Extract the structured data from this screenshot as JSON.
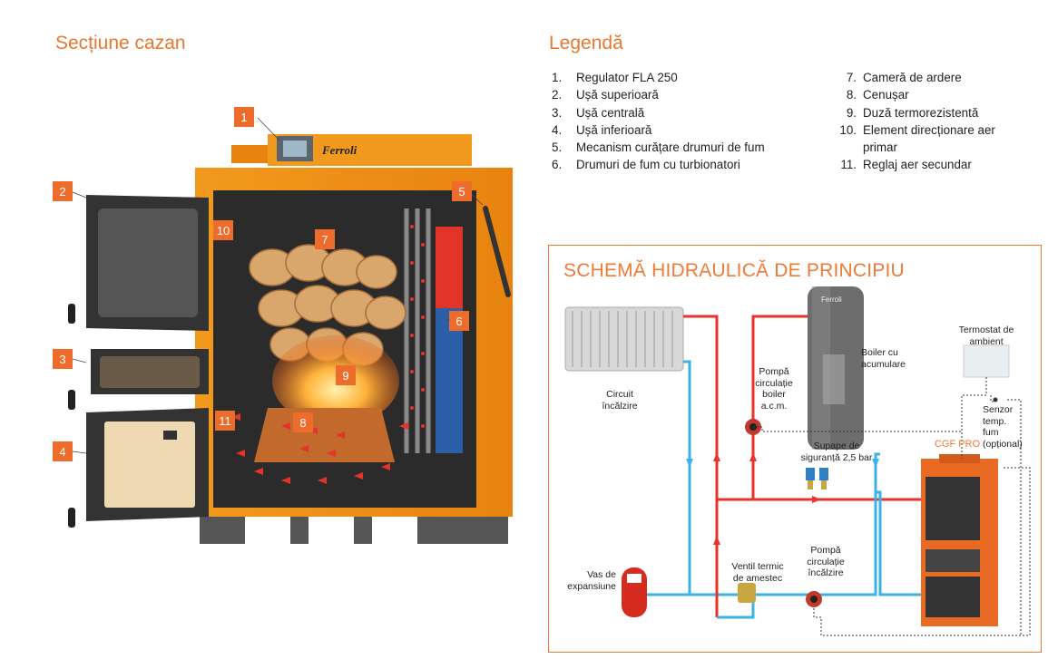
{
  "left_section": {
    "title": "Secțiune cazan",
    "callouts": [
      "1",
      "2",
      "3",
      "4",
      "5",
      "6",
      "7",
      "8",
      "9",
      "10",
      "11"
    ],
    "brand": "Ferroli"
  },
  "legend": {
    "title": "Legendă",
    "items_col1": [
      {
        "num": "1.",
        "text": "Regulator FLA 250"
      },
      {
        "num": "2.",
        "text": "Ușă superioară"
      },
      {
        "num": "3.",
        "text": "Ușă centrală"
      },
      {
        "num": "4.",
        "text": "Ușă inferioară"
      },
      {
        "num": "5.",
        "text": "Mecanism curățare drumuri de fum"
      },
      {
        "num": "6.",
        "text": "Drumuri de fum cu turbionatori"
      }
    ],
    "items_col2": [
      {
        "num": "7.",
        "text": "Cameră de ardere"
      },
      {
        "num": "8.",
        "text": "Cenușar"
      },
      {
        "num": "9.",
        "text": "Duză termorezistentă"
      },
      {
        "num": "10.",
        "text": "Element direcționare aer"
      },
      {
        "num": "",
        "text": "primar"
      },
      {
        "num": "11.",
        "text": "Reglaj aer secundar"
      }
    ]
  },
  "scheme": {
    "title": "SCHEMĂ HIDRAULICĂ DE PRINCIPIU",
    "labels": {
      "circuit": "Circuit\nîncălzire",
      "pump_boiler": "Pompă\ncirculație\nboiler\na.c.m.",
      "boiler": "Boiler cu\nacumulare",
      "thermostat": "Termostat de\nambient",
      "sensor": "Senzor\ntemp.\nfum\n(opțional)",
      "valves": "Supape de\nsiguranță 2,5 bar",
      "cgf": "CGF PRO",
      "expansion": "Vas de\nexpansiune",
      "mixing": "Ventil termic\nde amestec",
      "pump_heating": "Pompă\ncirculație\nîncălzire"
    },
    "tank_brand": "Ferroli",
    "colors": {
      "hot": "#e8322b",
      "cold": "#3bb2e6",
      "accent": "#ee7a36"
    }
  }
}
